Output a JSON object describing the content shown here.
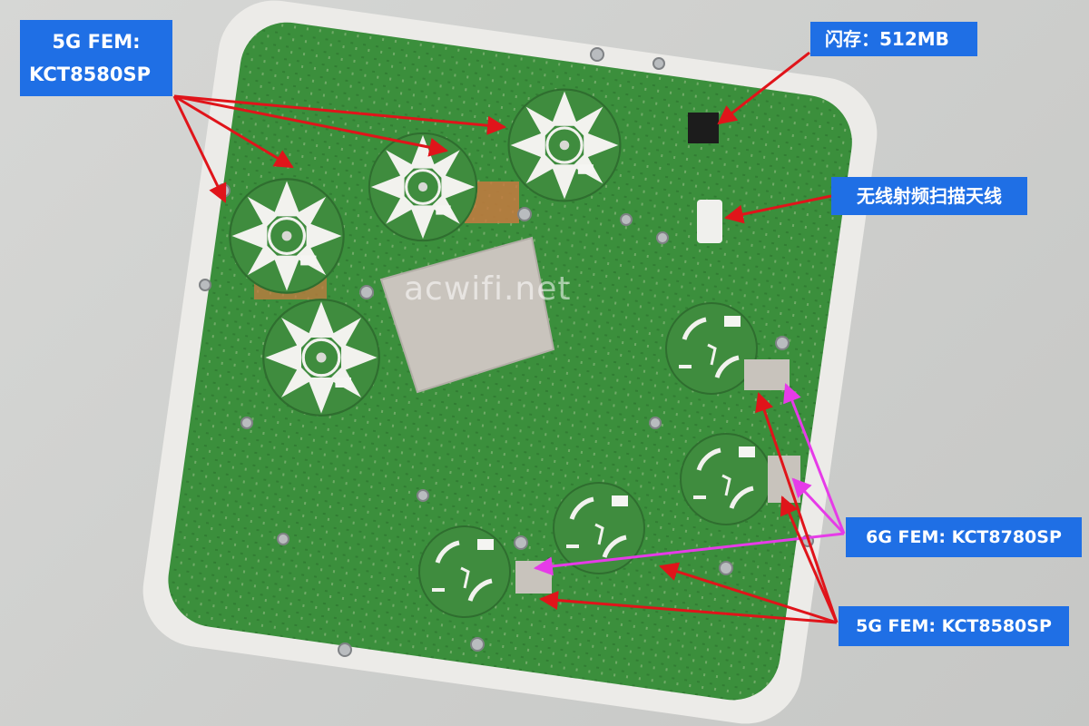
{
  "labels": {
    "fem5g_top_line1": "5G FEM:",
    "fem5g_top_line2": "KCT8580SP",
    "flash": "闪存：512MB",
    "rf_scan_antenna": "无线射频扫描天线",
    "fem6g": "6G FEM: KCT8780SP",
    "fem5g_bottom": "5G FEM: KCT8580SP"
  },
  "watermark": "acwifi.net",
  "colors": {
    "label_bg": "#1f6fe5",
    "arrow_red": "#e0141a",
    "arrow_magenta": "#e63be8",
    "pcb_green": "#3b8f3c",
    "antenna_green": "#3f8c3e",
    "chassis_white": "#ecebe8",
    "heat_spreader": "#c9c4bd"
  }
}
